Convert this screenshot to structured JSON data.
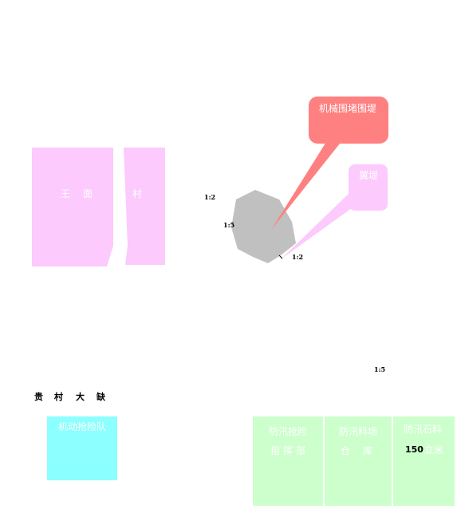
{
  "colors": {
    "village_fill": "#fccafc",
    "dam_fill": "#c0c0c0",
    "callout_red": "#ff8080",
    "callout_pink": "#fccafc",
    "team_fill": "#8cffff",
    "legend_fill": "#ccffcc",
    "text_white": "#ffffff",
    "text_black": "#000000"
  },
  "villages": {
    "left_label_1": "王",
    "left_label_2": "面",
    "right_label": "村"
  },
  "callouts": {
    "mechanical": "机械围堵围堤",
    "embankment": "翼堤"
  },
  "ratios": {
    "r1": "1:2",
    "r2": "1:5",
    "r3": "1:2",
    "r4": "1:5"
  },
  "road": {
    "c1": "贵",
    "c2": "村",
    "c3": "大",
    "c4": "缺"
  },
  "team": {
    "label": "机动抢险队"
  },
  "legend": {
    "hq_line1": "防汛抢险",
    "hq_line2": "指挥部",
    "warehouse_line1": "防汛料场",
    "warehouse_line2": "仓　库",
    "stone_line1": "防汛石料",
    "stone_amount": "150",
    "stone_unit": "立米"
  }
}
